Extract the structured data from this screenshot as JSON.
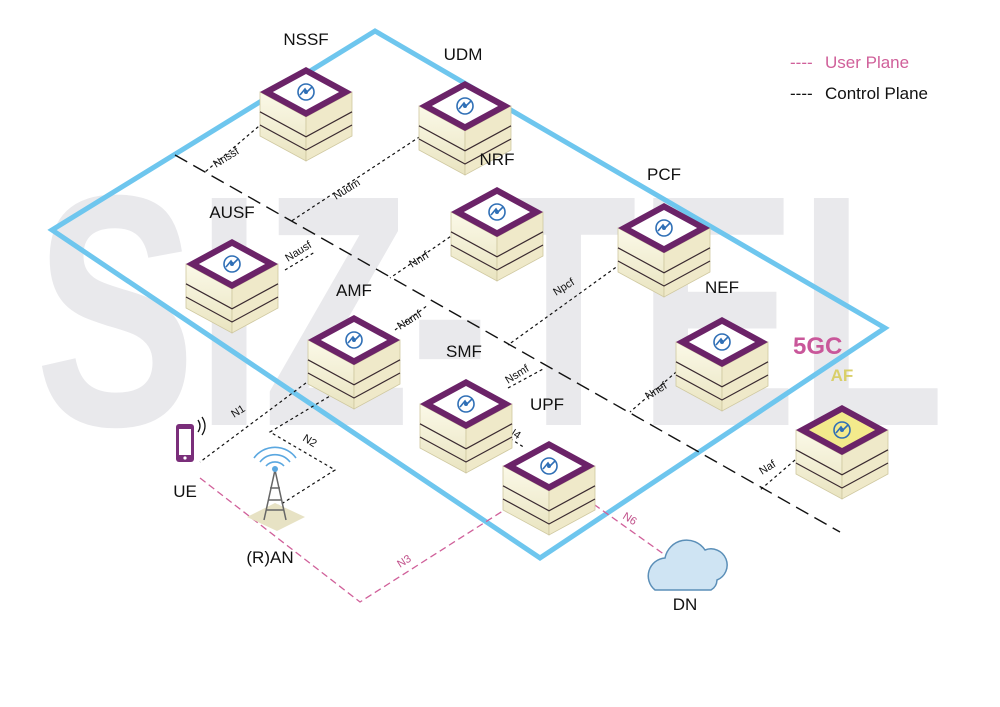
{
  "watermark": "SIZ-TEL",
  "legend": {
    "user_plane": {
      "swatch": "----",
      "label": "User Plane",
      "color": "#d0609a"
    },
    "control_plane": {
      "swatch": "----",
      "label": "Control Plane",
      "color": "#111111"
    }
  },
  "core_label": "5GC",
  "colors": {
    "core_border": "#6ec6ee",
    "box_frame": "#6b2368",
    "box_body": "#f4f0d6",
    "core_label": "#c9579a",
    "af_label": "#d9cf6a"
  },
  "functions": {
    "nssf": "NSSF",
    "udm": "UDM",
    "nrf": "NRF",
    "pcf": "PCF",
    "ausf": "AUSF",
    "amf": "AMF",
    "smf": "SMF",
    "nef": "NEF",
    "upf": "UPF",
    "af": "AF"
  },
  "endpoints": {
    "ue": "UE",
    "ran": "(R)AN",
    "dn": "DN"
  },
  "interfaces": {
    "nnssf": "Nnssf",
    "nudm": "Nudm",
    "nausf": "Nausf",
    "nnrf": "Nnrf",
    "npcf": "Npcf",
    "namf": "Namf",
    "nsmf": "Nsmf",
    "nnef": "Nnef",
    "naf": "Naf",
    "n1": "N1",
    "n2": "N2",
    "n3": "N3",
    "n4": "N4",
    "n6": "N6"
  }
}
